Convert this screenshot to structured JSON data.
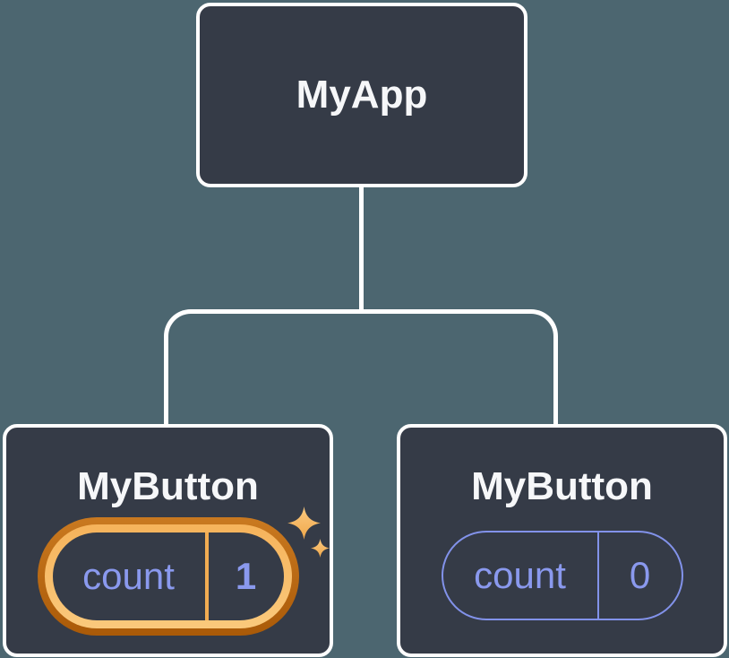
{
  "diagram": {
    "background_color": "#4C6670",
    "node_fill_color": "#353B47",
    "node_border_color": "#FFFFFF",
    "connector_color": "#FFFFFF",
    "title_text_color": "#F6F7F9",
    "state_purple_color": "#8A99EE",
    "highlight_outer_ring_color": "#B4620D",
    "highlight_gold_ring_color": "#F8BC68",
    "sparkle_color": "#F6BA69",
    "root": {
      "label": "MyApp"
    },
    "children": [
      {
        "label": "MyButton",
        "state_key": "count",
        "state_value": "1",
        "highlighted": true
      },
      {
        "label": "MyButton",
        "state_key": "count",
        "state_value": "0",
        "highlighted": false
      }
    ]
  }
}
